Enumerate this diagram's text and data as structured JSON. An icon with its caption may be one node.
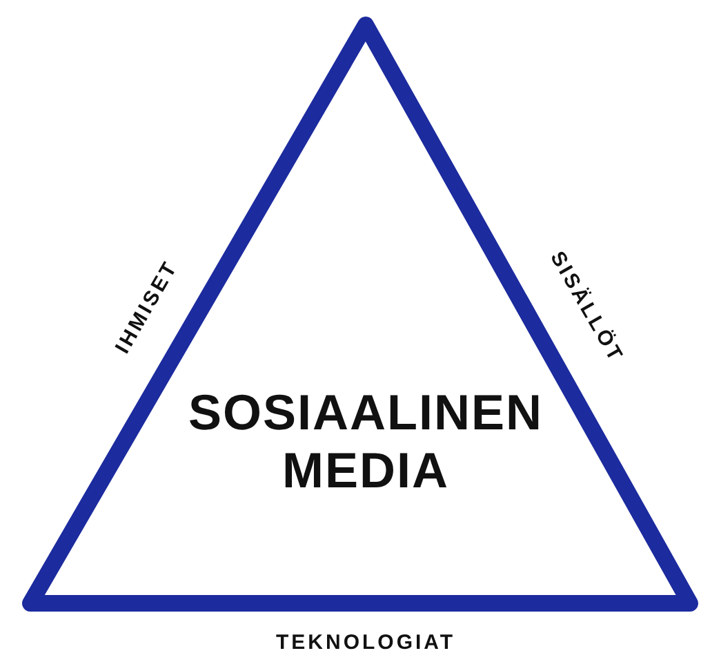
{
  "diagram": {
    "nodes": [
      {
        "text": [
          "SOSIAALINEN MEDIA"
        ]
      }
    ],
    "edges": [],
    "labels": [
      "IHMISET",
      "SISÄLLÖT",
      "TEKNOLOGIAT"
    ]
  }
}
